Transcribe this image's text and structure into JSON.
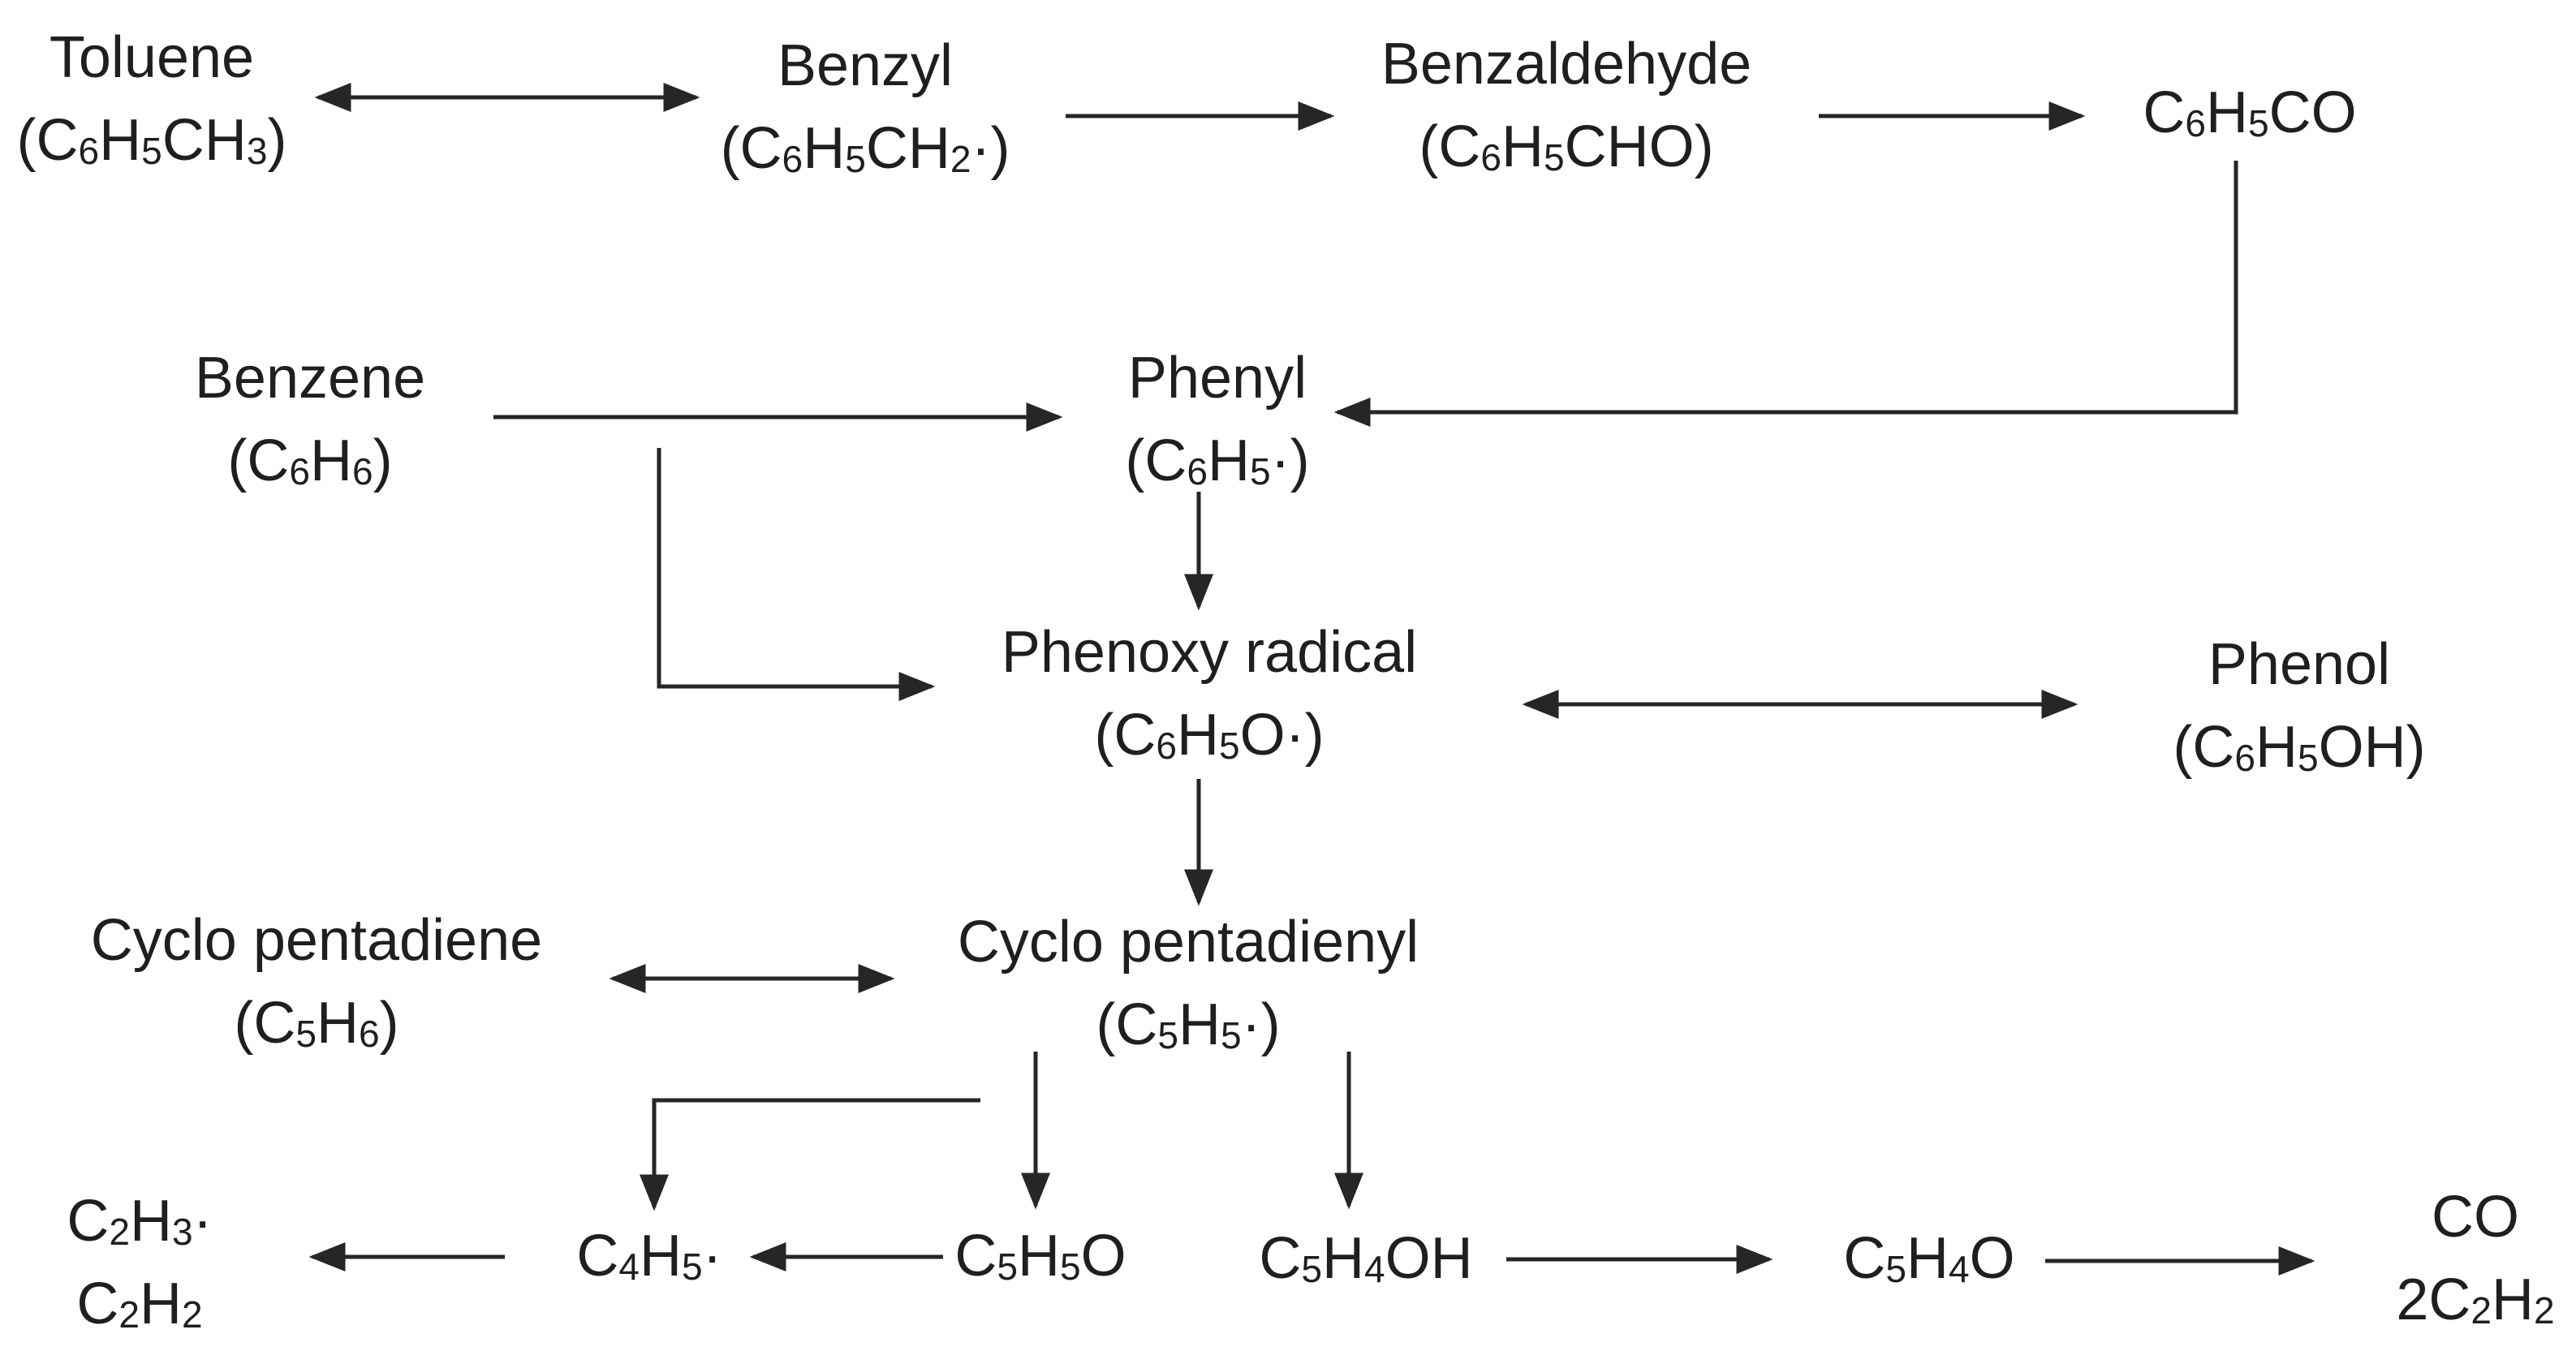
{
  "diagram_title": "Toluene / benzene oxidation reaction pathway diagram",
  "colors": {
    "background": "#ffffff",
    "ink": "#1f1f1f",
    "arrow": "#262626"
  },
  "nodes": {
    "toluene": {
      "title": "Toluene",
      "formula": "(C₆H₅CH₃)"
    },
    "benzyl": {
      "title": "Benzyl",
      "formula": "(C₆H₅CH₂·)"
    },
    "benzaldehyde": {
      "title": "Benzaldehyde",
      "formula": "(C₆H₅CHO)"
    },
    "benzoyl": {
      "formula": "C₆H₅CO"
    },
    "benzene": {
      "title": "Benzene",
      "formula": "(C₆H₆)"
    },
    "phenyl": {
      "title": "Phenyl",
      "formula": "(C₆H₅·)"
    },
    "phenoxy": {
      "title": "Phenoxy radical",
      "formula": "(C₆H₅O·)"
    },
    "phenol": {
      "title": "Phenol",
      "formula": "(C₆H₅OH)"
    },
    "cyclopentadiene": {
      "title": "Cyclo pentadiene",
      "formula": "(C₅H₆)"
    },
    "cyclopentadienyl": {
      "title": "Cyclo pentadienyl",
      "formula": "(C₅H₅·)"
    },
    "c2_products": {
      "formula": "C₂H₃·",
      "formula2": "C₂H₂"
    },
    "c4h5": {
      "formula": "C₄H₅·"
    },
    "c5h5o": {
      "formula": "C₅H₅O"
    },
    "c5h4oh": {
      "formula": "C₅H₄OH"
    },
    "c5h4o": {
      "formula": "C₅H₄O"
    },
    "co_products": {
      "formula": "CO",
      "formula2": "2C₂H₂"
    }
  },
  "edges": [
    {
      "from": "Toluene (C₆H₅CH₃)",
      "to": "Benzyl (C₆H₅CH₂·)",
      "type": "reversible"
    },
    {
      "from": "Benzyl (C₆H₅CH₂·)",
      "to": "Benzaldehyde (C₆H₅CHO)",
      "type": "forward"
    },
    {
      "from": "Benzaldehyde (C₆H₅CHO)",
      "to": "C₆H₅CO",
      "type": "forward"
    },
    {
      "from": "C₆H₅CO",
      "to": "Phenyl (C₆H₅·)",
      "type": "forward"
    },
    {
      "from": "Benzene (C₆H₆)",
      "to": "Phenyl (C₆H₅·)",
      "type": "forward"
    },
    {
      "from": "Benzene (C₆H₆)",
      "to": "Phenoxy radical (C₆H₅O·)",
      "type": "forward"
    },
    {
      "from": "Phenyl (C₆H₅·)",
      "to": "Phenoxy radical (C₆H₅O·)",
      "type": "forward"
    },
    {
      "from": "Phenoxy radical (C₆H₅O·)",
      "to": "Phenol (C₆H₅OH)",
      "type": "reversible"
    },
    {
      "from": "Phenoxy radical (C₆H₅O·)",
      "to": "Cyclo pentadienyl (C₅H₅·)",
      "type": "forward"
    },
    {
      "from": "Cyclo pentadiene (C₅H₆)",
      "to": "Cyclo pentadienyl (C₅H₅·)",
      "type": "reversible"
    },
    {
      "from": "Cyclo pentadienyl (C₅H₅·)",
      "to": "C₄H₅·",
      "type": "forward"
    },
    {
      "from": "Cyclo pentadienyl (C₅H₅·)",
      "to": "C₅H₅O",
      "type": "forward"
    },
    {
      "from": "Cyclo pentadienyl (C₅H₅·)",
      "to": "C₅H₄OH",
      "type": "forward"
    },
    {
      "from": "C₅H₅O",
      "to": "C₄H₅·",
      "type": "forward"
    },
    {
      "from": "C₄H₅·",
      "to": "C₂H₃· + C₂H₂",
      "type": "forward"
    },
    {
      "from": "C₅H₄OH",
      "to": "C₅H₄O",
      "type": "forward"
    },
    {
      "from": "C₅H₄O",
      "to": "CO + 2C₂H₂",
      "type": "forward"
    }
  ]
}
